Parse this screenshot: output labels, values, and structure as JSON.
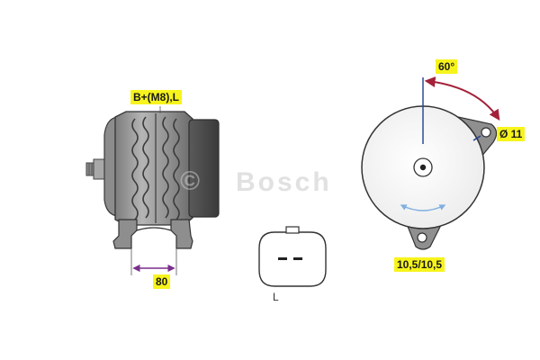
{
  "labels": {
    "terminal_spec": "B+(M8),L",
    "mount_width": "80",
    "hole_diameter": "Ø 11",
    "rotation_angle": "60°",
    "lower_mount": "10,5/10,5",
    "connector_pin": "L"
  },
  "watermark": {
    "copyright_symbol": "©",
    "brand_text": "Bosch"
  },
  "colors": {
    "label_background": "#f7f41c",
    "arrow_crimson": "#a3223a",
    "dimension_purple": "#7a2f8c",
    "rotation_blue": "#7fb0e0",
    "axis_blue": "#1f3f8f",
    "body_gray": "#9a9a9a",
    "dark_gray": "#444444"
  }
}
